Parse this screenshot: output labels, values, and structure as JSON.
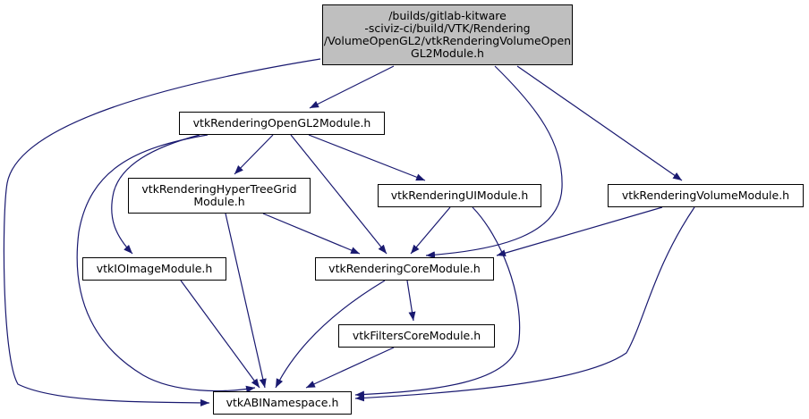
{
  "diagram": {
    "type": "include-dependency-graph",
    "edge_color": "#191970",
    "root_fill": "#bfbfbf",
    "nodes": [
      {
        "id": "root",
        "label": "/builds/gitlab-kitware\n-sciviz-ci/build/VTK/Rendering\n/VolumeOpenGL2/vtkRenderingVolumeOpen\nGL2Module.h",
        "is_root": true
      },
      {
        "id": "opengl2",
        "label": "vtkRenderingOpenGL2Module.h"
      },
      {
        "id": "hypertree",
        "label": "vtkRenderingHyperTreeGrid\nModule.h"
      },
      {
        "id": "ui",
        "label": "vtkRenderingUIModule.h"
      },
      {
        "id": "volume",
        "label": "vtkRenderingVolumeModule.h"
      },
      {
        "id": "ioimage",
        "label": "vtkIOImageModule.h"
      },
      {
        "id": "core",
        "label": "vtkRenderingCoreModule.h"
      },
      {
        "id": "filterscore",
        "label": "vtkFiltersCoreModule.h"
      },
      {
        "id": "abi",
        "label": "vtkABINamespace.h"
      }
    ],
    "edges": [
      {
        "from": "root",
        "to": "opengl2"
      },
      {
        "from": "root",
        "to": "abi"
      },
      {
        "from": "root",
        "to": "core"
      },
      {
        "from": "root",
        "to": "volume"
      },
      {
        "from": "opengl2",
        "to": "hypertree"
      },
      {
        "from": "opengl2",
        "to": "ui"
      },
      {
        "from": "opengl2",
        "to": "ioimage"
      },
      {
        "from": "opengl2",
        "to": "core"
      },
      {
        "from": "opengl2",
        "to": "abi"
      },
      {
        "from": "hypertree",
        "to": "core"
      },
      {
        "from": "hypertree",
        "to": "abi"
      },
      {
        "from": "ui",
        "to": "core"
      },
      {
        "from": "ui",
        "to": "abi"
      },
      {
        "from": "volume",
        "to": "core"
      },
      {
        "from": "volume",
        "to": "abi"
      },
      {
        "from": "ioimage",
        "to": "abi"
      },
      {
        "from": "core",
        "to": "filterscore"
      },
      {
        "from": "core",
        "to": "abi"
      },
      {
        "from": "filterscore",
        "to": "abi"
      }
    ]
  }
}
